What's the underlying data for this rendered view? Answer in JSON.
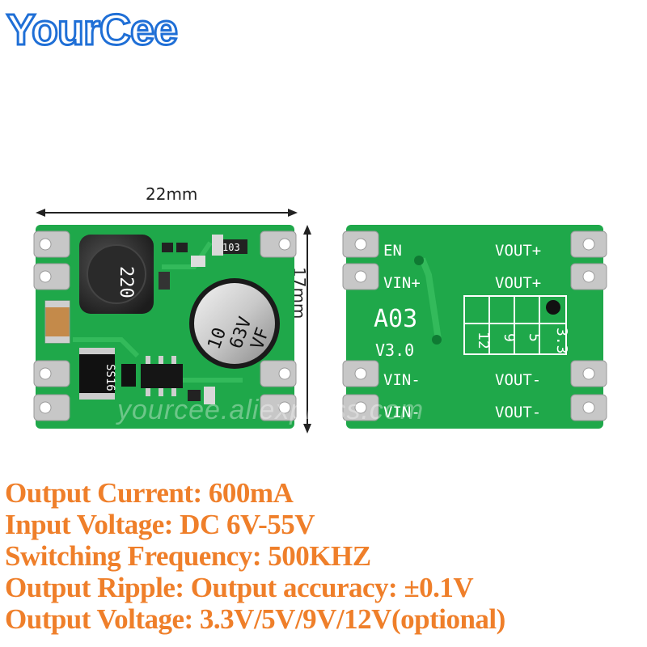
{
  "logo": "YourCee",
  "dimensions": {
    "width": "22mm",
    "height": "17mm"
  },
  "watermark": "yourcee.aliexpress.com",
  "front": {
    "inductor": "220",
    "capacitor_lines": [
      "10",
      "63V",
      "VF"
    ],
    "resistor": "103",
    "diode": "SS16"
  },
  "back": {
    "labels": {
      "en": "EN",
      "vin_plus": "VIN+",
      "vin_minus_1": "VIN-",
      "vin_minus_2": "VIN-",
      "vout_plus_1": "VOUT+",
      "vout_plus_2": "VOUT+",
      "vout_minus_1": "VOUT-",
      "vout_minus_2": "VOUT-"
    },
    "model": "A03",
    "version": "V3.0",
    "voltage_options": [
      "12",
      "9",
      "5",
      "3.3"
    ]
  },
  "specs": [
    "Output Current: 600mA",
    "Input Voltage: DC 6V-55V",
    "Switching Frequency: 500KHZ",
    "Output Ripple: Output accuracy: ±0.1V",
    "Output Voltage: 3.3V/5V/9V/12V(optional)"
  ],
  "colors": {
    "pcb": "#1fa84a",
    "logo": "#1f6fd6",
    "spec_text": "#ef7f2a"
  }
}
